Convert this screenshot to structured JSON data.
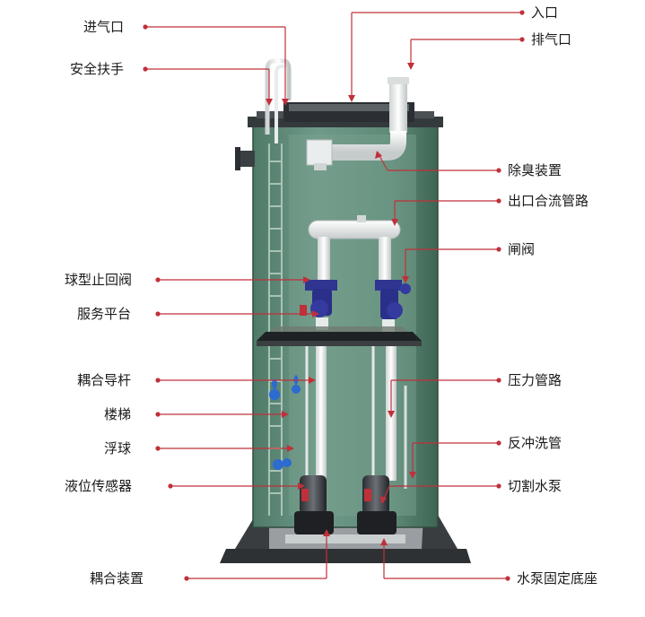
{
  "colors": {
    "tank_body": "#5e8a78",
    "tank_light": "#8fb3a3",
    "pipe": "#f3f3f3",
    "leader_line": "#c0303a",
    "valve": "#2a2f8a",
    "base": "#3c3f42"
  },
  "labels": {
    "inlet_air": "进气口",
    "handrail": "安全扶手",
    "check_valve": "球型止回阀",
    "service_platform": "服务平台",
    "coupling_guide": "耦合导杆",
    "ladder": "楼梯",
    "float_ball": "浮球",
    "level_sensor": "液位传感器",
    "coupling_device": "耦合装置",
    "inlet": "入口",
    "exhaust": "排气口",
    "deodorizer": "除臭装置",
    "outlet_manifold": "出口合流管路",
    "gate_valve": "闸阀",
    "pressure_pipe": "压力管路",
    "backflush_pipe": "反冲洗管",
    "cutting_pump": "切割水泵",
    "pump_base": "水泵固定底座"
  }
}
